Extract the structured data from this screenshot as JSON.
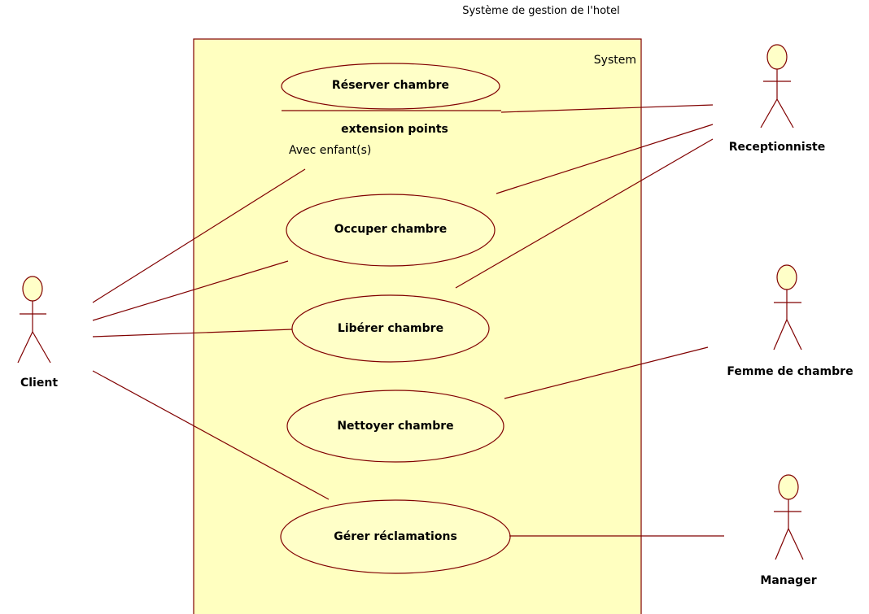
{
  "diagram": {
    "title": "Système de gestion de l'hotel",
    "system_label": "System"
  },
  "use_cases": [
    {
      "label": "Réserver chambre"
    },
    {
      "label": "Occuper chambre"
    },
    {
      "label": "Libérer chambre"
    },
    {
      "label": "Nettoyer chambre"
    },
    {
      "label": "Gérer réclamations"
    }
  ],
  "extension": {
    "title": "extension points",
    "point": "Avec enfant(s)"
  },
  "actors": [
    {
      "label": "Client"
    },
    {
      "label": "Receptionniste"
    },
    {
      "label": "Femme de chambre"
    },
    {
      "label": "Manager"
    }
  ],
  "colors": {
    "stroke": "#800000",
    "system_fill": "#ffffc0",
    "shape_fill": "#ffffc8"
  }
}
